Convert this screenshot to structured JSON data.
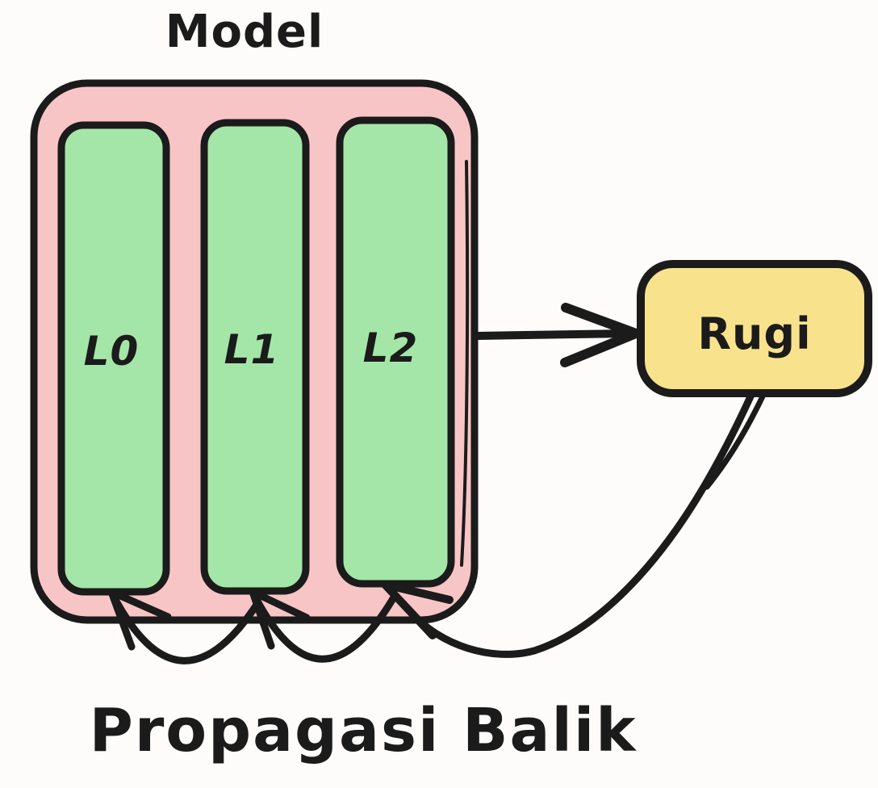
{
  "diagram": {
    "title": "Model",
    "caption": "Propagasi Balik",
    "model": {
      "layers": [
        {
          "label": "L0"
        },
        {
          "label": "L1"
        },
        {
          "label": "L2"
        }
      ]
    },
    "loss": {
      "label": "Rugi"
    },
    "colors": {
      "background": "#fdfcfa",
      "ink": "#1b1b1b",
      "model_fill": "#f8c5c6",
      "layer_fill": "#a4e6a8",
      "loss_fill": "#f8e28c"
    },
    "icons": {
      "forward_arrow": "model-to-loss-arrow",
      "feedback_arrow": "loss-to-model-bottom-arrow",
      "backprop_arcs": [
        "l2-to-l1-arc-arrow",
        "l1-to-l0-arc-arrow"
      ]
    }
  }
}
